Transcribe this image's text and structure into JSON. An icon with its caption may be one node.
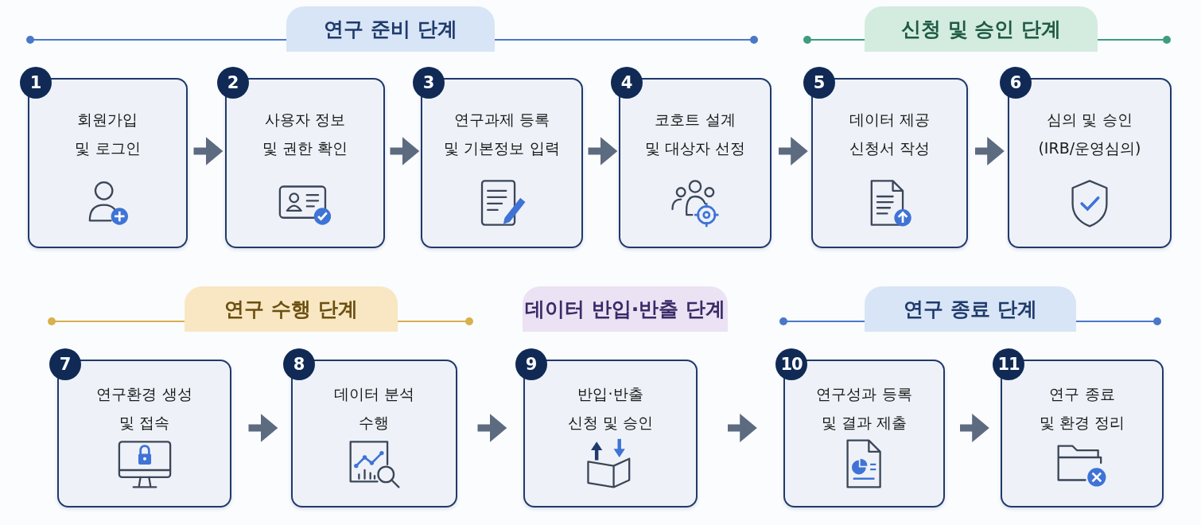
{
  "diagram": {
    "nodes": [
      {
        "text": [
          "연구 준비 단계"
        ]
      },
      {
        "text": [
          "1",
          "회원가입 및 로그인"
        ]
      },
      {
        "text": [
          "2",
          "사용자 정보 및 권한 확인"
        ]
      },
      {
        "text": [
          "3",
          "연구과제 등록 및 기본정보 입력"
        ]
      },
      {
        "text": [
          "4",
          "코호트 설계 및 대상자 선정"
        ]
      },
      {
        "text": [
          "신청 및 승인 단계"
        ]
      },
      {
        "text": [
          "5",
          "데이터 제공 신청서 작성"
        ]
      },
      {
        "text": [
          "6",
          "심의 및 승인 (IRB/운영심의)"
        ]
      },
      {
        "text": [
          "연구 수행 단계"
        ]
      },
      {
        "text": [
          "7",
          "연구환경 생성 및 접속"
        ]
      },
      {
        "text": [
          "8",
          "데이터 분석 수행"
        ]
      },
      {
        "text": [
          "데이터 반입·반출 단계"
        ]
      },
      {
        "text": [
          "9",
          "반입·반출 신청 및 승인"
        ]
      },
      {
        "text": [
          "연구 종료 단계"
        ]
      },
      {
        "text": [
          "10",
          "연구성과 등록 및 결과 제출"
        ]
      },
      {
        "text": [
          "11",
          "연구 종료 및 환경 정리"
        ]
      }
    ],
    "edges": [
      {
        "from": 1,
        "to": 2,
        "arrow": "to"
      },
      {
        "from": 2,
        "to": 3,
        "arrow": "to"
      },
      {
        "from": 3,
        "to": 4,
        "arrow": "to"
      },
      {
        "from": 4,
        "to": 6,
        "arrow": "to"
      },
      {
        "from": 6,
        "to": 7,
        "arrow": "to"
      },
      {
        "from": 9,
        "to": 10,
        "arrow": "to"
      },
      {
        "from": 10,
        "to": 12,
        "arrow": "to"
      },
      {
        "from": 12,
        "to": 14,
        "arrow": "to"
      },
      {
        "from": 14,
        "to": 15,
        "arrow": "to"
      }
    ]
  }
}
